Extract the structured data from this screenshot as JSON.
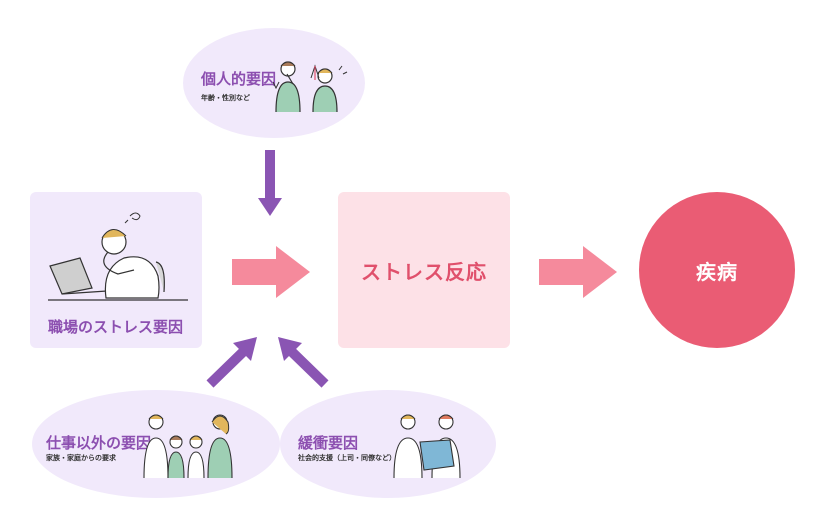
{
  "personal": {
    "title": "個人的要因",
    "subtitle": "年齢・性別など"
  },
  "workplace": {
    "title": "職場のストレス要因"
  },
  "stress_reaction": {
    "title": "ストレス反応"
  },
  "disease": {
    "title": "疾病"
  },
  "outside_work": {
    "title": "仕事以外の要因",
    "subtitle": "家族・家庭からの要求"
  },
  "buffer": {
    "title": "緩衝要因",
    "subtitle": "社会的支援（上司・同僚など）"
  },
  "colors": {
    "purple_fill": "#f1e9fb",
    "purple_text": "#8c4fb0",
    "arrow_purple": "#8a55b3",
    "arrow_pink": "#f58a9c",
    "stress_fill": "#fde1e7",
    "stress_text": "#e0506c",
    "disease_fill": "#ea5c74"
  }
}
